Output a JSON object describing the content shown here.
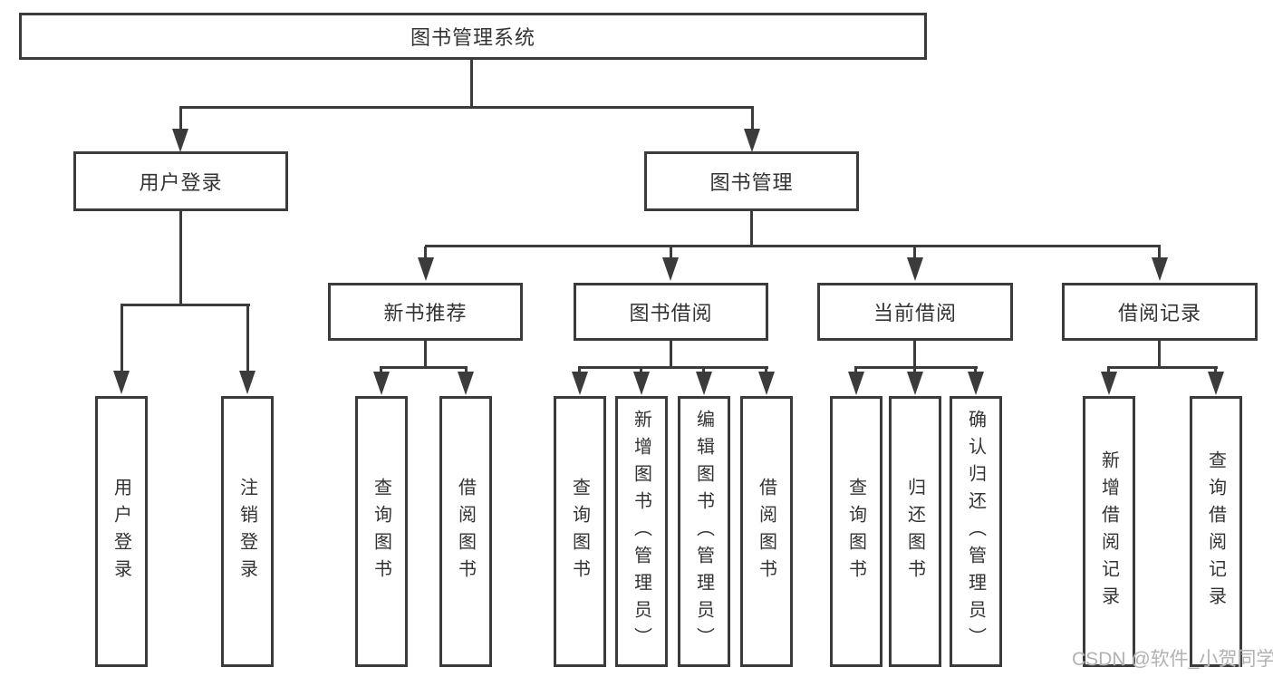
{
  "colors": {
    "line": "#3b3b3b",
    "box_border": "#3b3b3b",
    "box_fill": "#ffffff",
    "text": "#333333",
    "watermark": "#b2b2b2"
  },
  "tree": {
    "root": {
      "label": "图书管理系统"
    },
    "level2": [
      {
        "label": "用户登录",
        "children": [
          {
            "label": "用户登录"
          },
          {
            "label": "注销登录"
          }
        ]
      },
      {
        "label": "图书管理",
        "children": [
          {
            "label": "新书推荐",
            "children": [
              {
                "label": "查询图书"
              },
              {
                "label": "借阅图书"
              }
            ]
          },
          {
            "label": "图书借阅",
            "children": [
              {
                "label": "查询图书"
              },
              {
                "label": "新增图书（管理员）"
              },
              {
                "label": "编辑图书（管理员）"
              },
              {
                "label": "借阅图书"
              }
            ]
          },
          {
            "label": "当前借阅",
            "children": [
              {
                "label": "查询图书"
              },
              {
                "label": "归还图书"
              },
              {
                "label": "确认归还（管理员）"
              }
            ]
          },
          {
            "label": "借阅记录",
            "children": [
              {
                "label": "新增借阅记录"
              },
              {
                "label": "查询借阅记录"
              }
            ]
          }
        ]
      }
    ]
  },
  "watermark": {
    "text": "CSDN @软件_小贺同学"
  }
}
